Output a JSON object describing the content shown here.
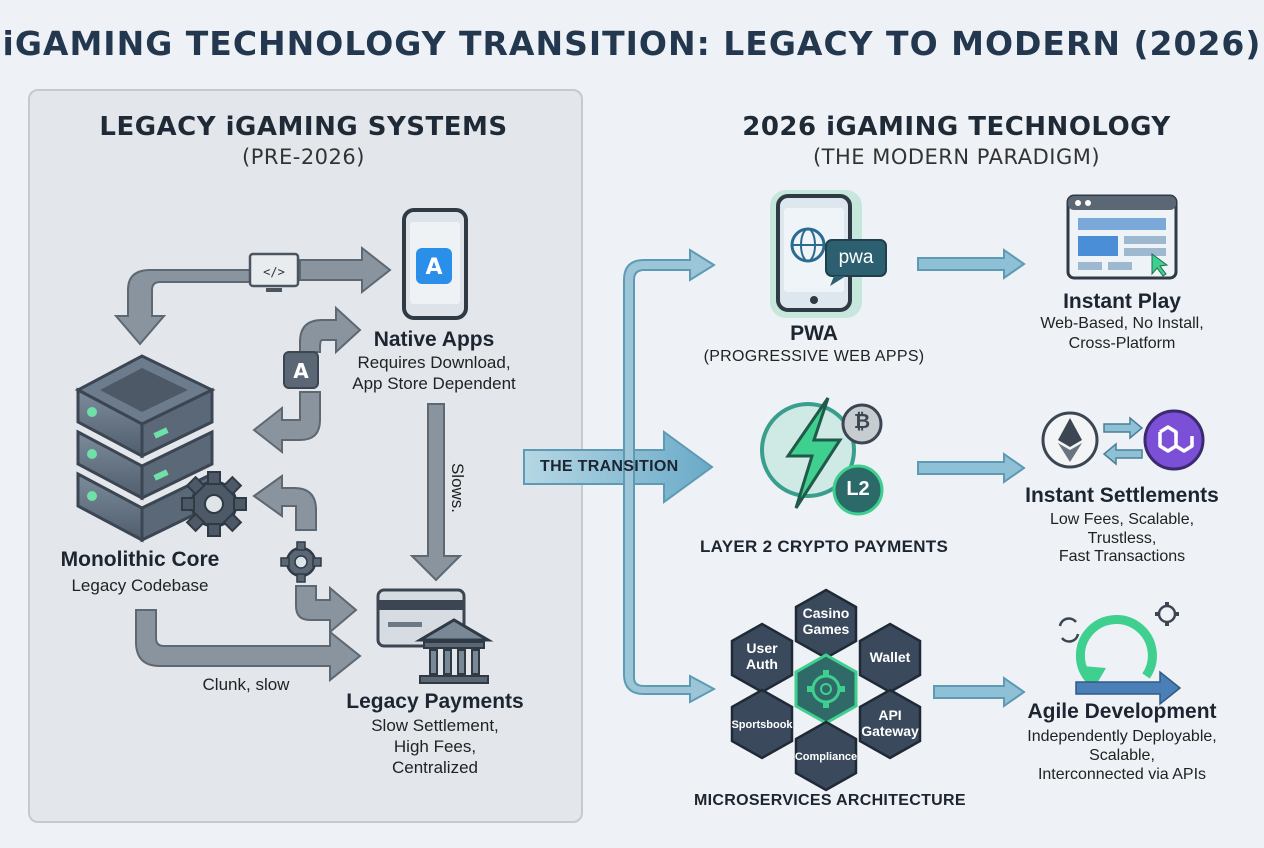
{
  "title": "iGAMING TECHNOLOGY TRANSITION: LEGACY TO MODERN (2026)",
  "legacy": {
    "title": "LEGACY iGAMING SYSTEMS",
    "subtitle": "(PRE-2026)",
    "native_apps": {
      "title": "Native Apps",
      "desc_1": "Requires Download,",
      "desc_2": "App Store Dependent"
    },
    "monolithic": {
      "title": "Monolithic Core",
      "desc": "Legacy Codebase"
    },
    "payments": {
      "title": "Legacy Payments",
      "desc_1": "Slow Settlement,",
      "desc_2": "High Fees,",
      "desc_3": "Centralized"
    },
    "slows_label": "Slows.",
    "clunk_label": "Clunk, slow"
  },
  "transition_label": "THE TRANSITION",
  "modern": {
    "title": "2026 iGAMING TECHNOLOGY",
    "subtitle": "(THE MODERN PARADIGM)",
    "pwa": {
      "title": "PWA",
      "subtitle": "(PROGRESSIVE WEB APPS)",
      "badge": "pwa"
    },
    "instant_play": {
      "title": "Instant Play",
      "desc_1": "Web-Based, No Install,",
      "desc_2": "Cross-Platform"
    },
    "layer2": {
      "title": "LAYER 2 CRYPTO PAYMENTS",
      "badge": "L2",
      "coin": "₿"
    },
    "settlements": {
      "title": "Instant Settlements",
      "desc_1": "Low Fees, Scalable,",
      "desc_2": "Trustless,",
      "desc_3": "Fast Transactions"
    },
    "microservices": {
      "title": "MICROSERVICES ARCHITECTURE",
      "hexes": {
        "casino": "Casino Games",
        "user_auth": "User Auth",
        "wallet": "Wallet",
        "sportsbook": "Sportsbook",
        "api_gateway": "API Gateway",
        "compliance": "Compliance"
      }
    },
    "agile": {
      "title": "Agile Development",
      "desc_1": "Independently Deployable,",
      "desc_2": "Scalable,",
      "desc_3": "Interconnected via APIs"
    }
  },
  "colors": {
    "legacy_arrow": "#8a949e",
    "modern_arrow": "#7fb6cf",
    "hex_fill": "#3a4a5c",
    "accent_green": "#3fcf8e"
  }
}
